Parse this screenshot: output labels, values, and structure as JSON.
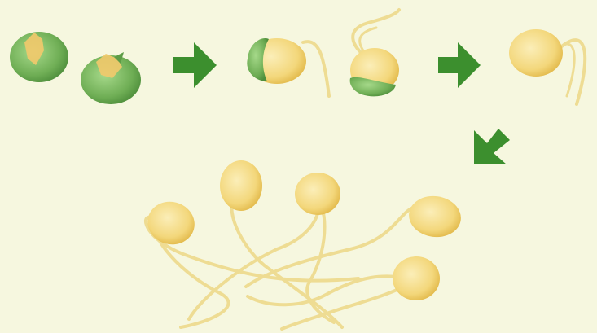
{
  "illustration": {
    "background_color": "#f6f7df",
    "stages": [
      {
        "name": "soaked-beans",
        "count": 2
      },
      {
        "name": "sprouting-beans",
        "count": 2
      },
      {
        "name": "peeled-sprout",
        "count": 1
      },
      {
        "name": "bean-sprouts",
        "count": 5
      }
    ],
    "arrows": [
      {
        "icon": "arrow-right-icon"
      },
      {
        "icon": "arrow-right-icon"
      },
      {
        "icon": "arrow-down-left-icon"
      }
    ],
    "colors": {
      "hull_green": "#6fae55",
      "bean_yellow": "#f3d77b",
      "arrow_green": "#3c8f2e",
      "sprout_stem": "#eedc93"
    }
  }
}
